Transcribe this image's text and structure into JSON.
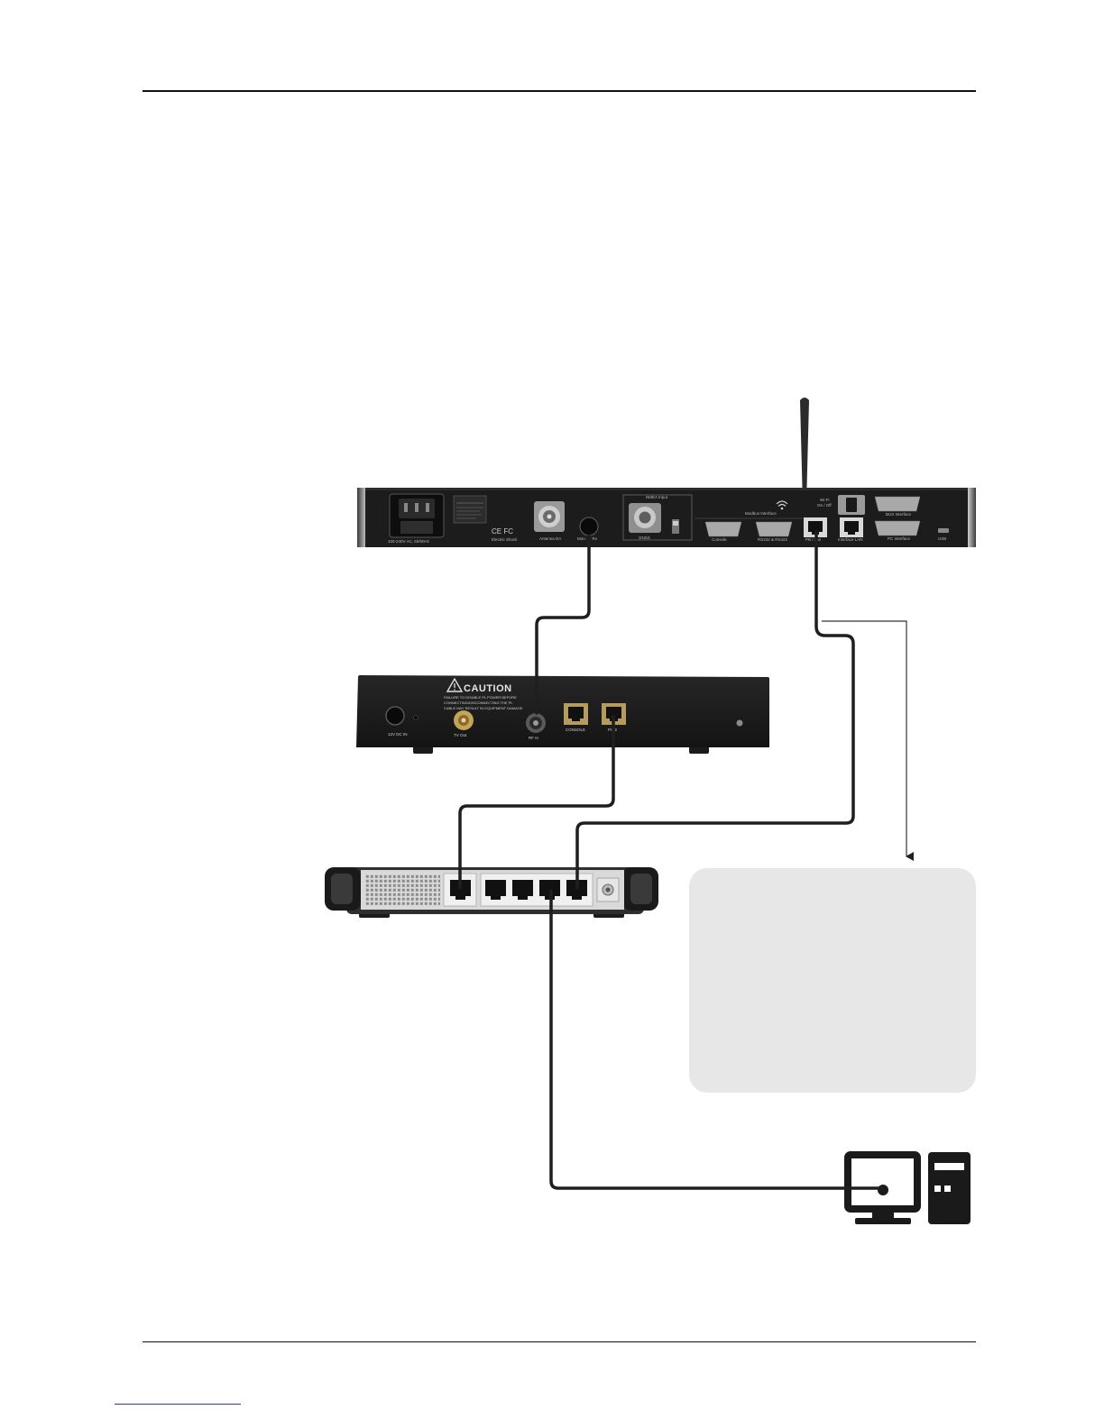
{
  "colors": {
    "cable": "#1f1f1f",
    "device_dark": "#1b1b1b",
    "note_panel_bg": "#e7e7e7",
    "rule": "#111111",
    "footer_link": "#2a3f9e"
  },
  "receiver_panel": {
    "labels": {
      "nmea_input": "NMEA Input",
      "modbus_interface": "Modbus Interface",
      "wifi": "Wi-Fi",
      "wifi_state": "On / Off",
      "bus_interface": "BUS Interface",
      "console": "Console",
      "rs232": "RS232 & RS422",
      "pb_lan": "PB / Lan",
      "interface_lan": "Interface LAN",
      "pc_interface": "PC Interface",
      "usb": "USB",
      "antenna": "Antenna DA",
      "monitor_rx": "Mon. or Rx",
      "gnss": "GNSS",
      "marks": "CE FC",
      "electric_shock": "Electric Shock",
      "power_rating": "100-240V AC, 50/60Hz"
    }
  },
  "adapter_box": {
    "caution_title": "CAUTION",
    "caution_lines": [
      "FAILURE TO DISABLE PL POWER BEFORE",
      "CONNECTING/DISCONNECTING THE PL",
      "CABLE MAY RESULT IN EQUIPMENT DAMAGE"
    ],
    "port_labels": {
      "power": "12V DC IN",
      "tv_out": "TV Out",
      "rf_in": "RF In",
      "console": "CONSOLE",
      "pc_lan": "PC 2"
    }
  },
  "icons": {
    "wifi": "wifi-icon",
    "caution": "warning-triangle-icon",
    "computer": "desktop-computer-icon"
  }
}
